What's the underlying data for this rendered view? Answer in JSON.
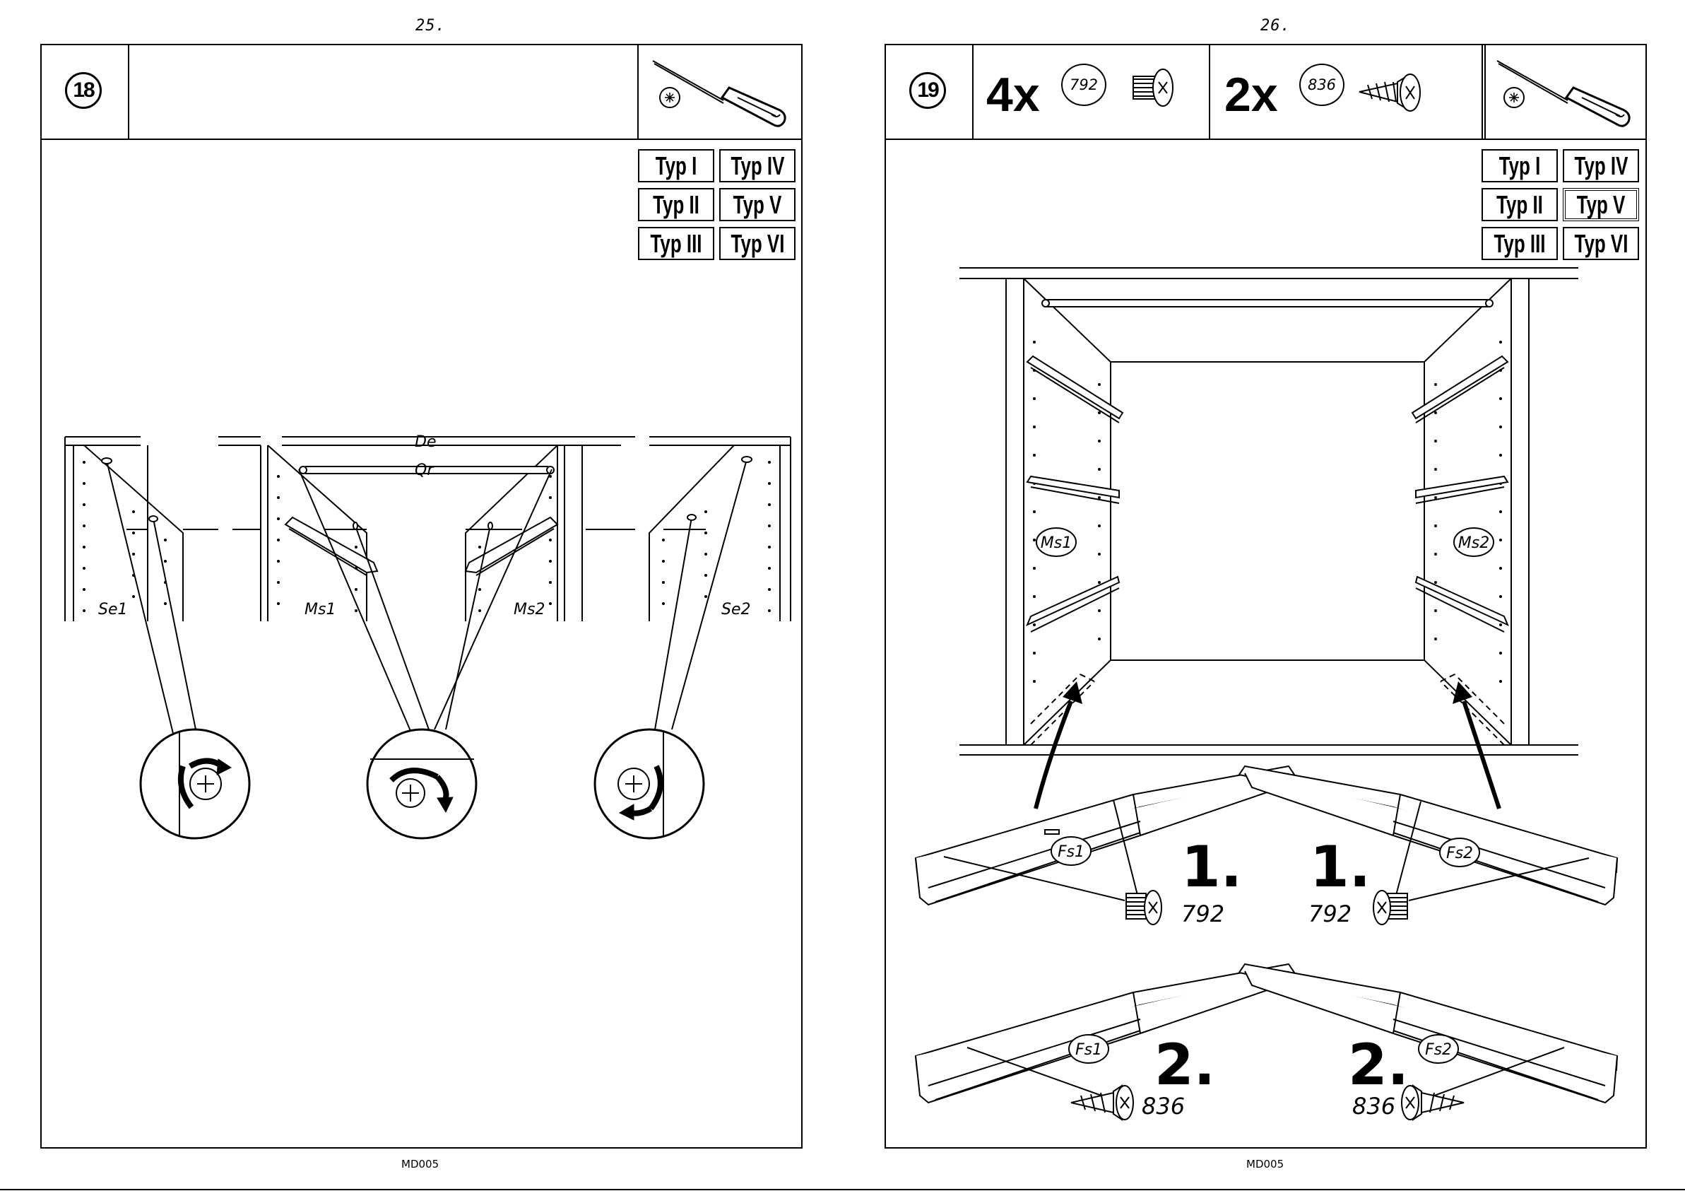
{
  "left_page": {
    "page_number": "25.",
    "step_number": "18",
    "tool_icon": "screwdriver-icon",
    "types": [
      "Typ I",
      "Typ IV",
      "Typ II",
      "Typ V",
      "Typ III",
      "Typ VI"
    ],
    "labels": {
      "top_board": "De",
      "rail": "Qr",
      "side_left": "Se1",
      "middle_left": "Ms1",
      "middle_right": "Ms2",
      "side_right": "Se2"
    },
    "footer_code": "MD005"
  },
  "right_page": {
    "page_number": "26.",
    "step_number": "19",
    "parts": [
      {
        "qty": "4x",
        "part_no": "792",
        "icon": "flat-head-screw-icon"
      },
      {
        "qty": "2x",
        "part_no": "836",
        "icon": "wood-screw-icon"
      }
    ],
    "tool_icon": "screwdriver-icon",
    "types": [
      "Typ I",
      "Typ IV",
      "Typ II",
      "Typ V",
      "Typ III",
      "Typ VI"
    ],
    "active_type": "Typ V",
    "labels": {
      "middle_left": "Ms1",
      "middle_right": "Ms2",
      "runner_left": "Fs1",
      "runner_right": "Fs2",
      "step_one": "1.",
      "step_two": "2.",
      "screw_a": "792",
      "screw_b": "836"
    },
    "footer_code": "MD005"
  }
}
